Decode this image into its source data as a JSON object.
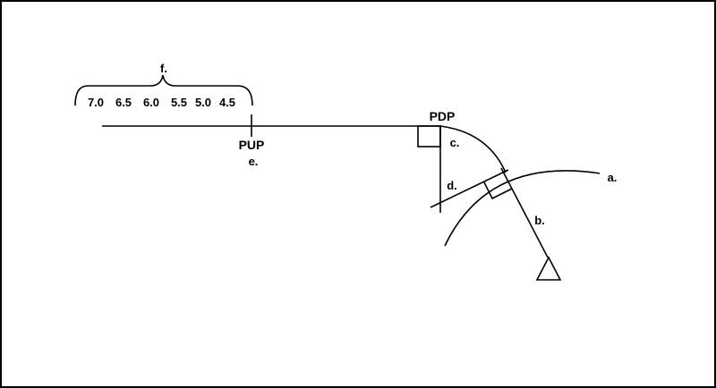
{
  "diagram": {
    "scale_values": [
      "7.0",
      "6.5",
      "6.0",
      "5.5",
      "5.0",
      "4.5"
    ],
    "labels": {
      "f": "f.",
      "pup": "PUP",
      "e": "e.",
      "pdp": "PDP",
      "c": "c.",
      "d": "d.",
      "a": "a.",
      "b": "b."
    }
  }
}
